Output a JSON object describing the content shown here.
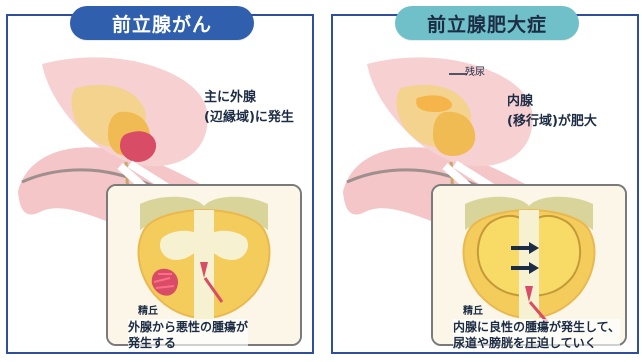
{
  "panels": [
    {
      "title": "前立腺がん",
      "description_line1": "主に外腺",
      "description_line2": "(辺縁域)に発生",
      "inset_label": "精丘",
      "caption_line1": "外腺から悪性の腫瘍が",
      "caption_line2": "発生する"
    },
    {
      "title": "前立腺肥大症",
      "residual_label": "残尿",
      "description_line1": "内腺",
      "description_line2": "(移行域)が肥大",
      "inset_label": "精丘",
      "caption_line1": "内腺に良性の腫瘍が発生して、",
      "caption_line2": "尿道や膀胱を圧迫していく"
    }
  ],
  "colors": {
    "left_title_bg": "#2f5fad",
    "right_title_bg": "#6fc0c8",
    "border_blue": "#2f4f9d",
    "skin": "#f4c6c8",
    "bladder": "#f3d38d",
    "tumor_red": "#d84c65",
    "prostate_yellow": "#f4cc5c",
    "urethra": "#f6f1d0"
  }
}
